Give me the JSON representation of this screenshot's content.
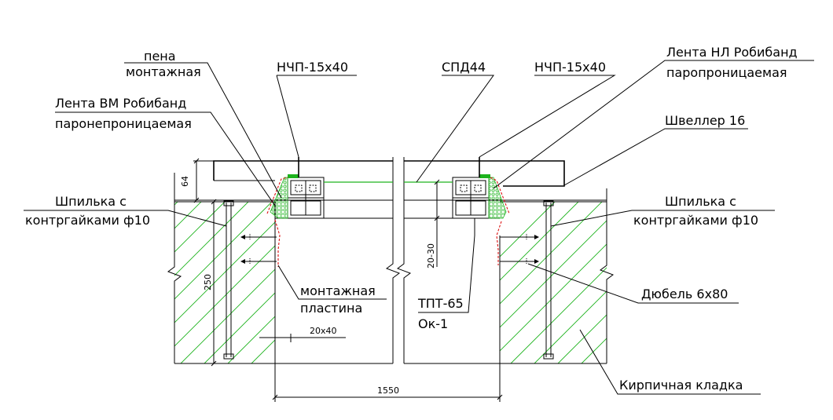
{
  "labels": {
    "foam_line1": "пена",
    "foam_line2": "монтажная",
    "nchp_left": "НЧП-15х40",
    "spd": "СПД44",
    "nchp_right": "НЧП-15х40",
    "tape_nl_line1": "Лента НЛ Робибанд",
    "tape_nl_line2": "паропроницаемая",
    "tape_vm_line1": "Лента ВМ Робибанд",
    "tape_vm_line2": "паронепроницаемая",
    "channel": "Швеллер 16",
    "stud_left_line1": "Шпилька с",
    "stud_left_line2": "контргайками ф10",
    "stud_right_line1": "Шпилька с",
    "stud_right_line2": "контргайками ф10",
    "plate_line1": "монтажная",
    "plate_line2": "пластина",
    "tpt_line1": "ТПТ-65",
    "tpt_line2": "Ок-1",
    "dowel": "Дюбель 6х80",
    "brick": "Кирпичная кладка"
  },
  "dimensions": {
    "d64": "64",
    "d250": "250",
    "d20_30": "20-30",
    "d20x40": "20х40",
    "d1550": "1550"
  },
  "colors": {
    "hatch": "#1db31d",
    "tape": "#d11111",
    "foam": "#1db31d",
    "lines": "#000000"
  }
}
